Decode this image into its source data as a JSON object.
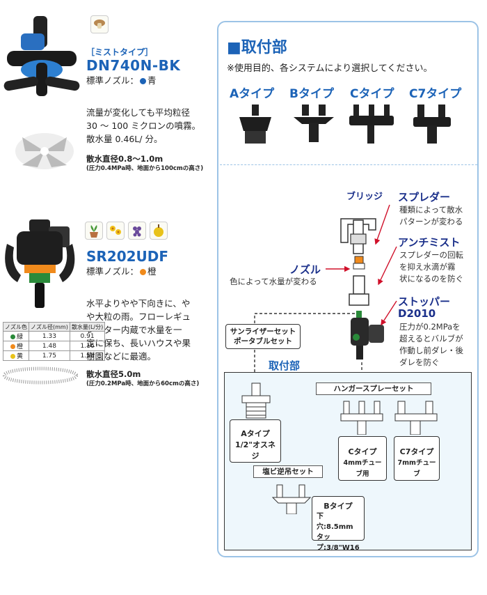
{
  "product1": {
    "category": "［ミストタイプ］",
    "model": "DN740N-BK",
    "nozzle_label": "標準ノズル：",
    "nozzle_color_name": "青",
    "nozzle_color": "#1c63b7",
    "description_lines": [
      "流量が変化しても平均粒径",
      "30 ～ 100 ミクロンの噴霧。",
      "散水量 0.46L/ 分。"
    ],
    "spray_diameter": "散水直径0.8～1.0m",
    "spray_condition": "(圧力0.4MPa時、地面から100cmの高さ)"
  },
  "product2": {
    "model": "SR202UDF",
    "nozzle_label": "標準ノズル：",
    "nozzle_color_name": "橙",
    "nozzle_color": "#f08a1c",
    "description_lines": [
      "水平よりやや下向きに、や",
      "や大粒の雨。フローレギュ",
      "レーター内蔵で水量を一",
      "定に保ち、長いハウスや果",
      "樹園などに最適。"
    ],
    "spray_diameter": "散水直径5.0m",
    "spray_condition": "(圧力0.2MPa時、地面から60cmの高さ)",
    "nozzle_table": {
      "headers": [
        "ノズル色",
        "ノズル径(mm)",
        "散水量(L/分)"
      ],
      "rows": [
        {
          "color": "緑",
          "dot": "#2a8a3a",
          "diameter": "1.33",
          "flow": "0.91"
        },
        {
          "color": "橙",
          "dot": "#f08a1c",
          "diameter": "1.48",
          "flow": "1.16"
        },
        {
          "color": "黄",
          "dot": "#e8c21a",
          "diameter": "1.75",
          "flow": "1.58"
        }
      ]
    }
  },
  "mount": {
    "title": "■取付部",
    "subtitle": "※使用目的、各システムにより選択してください。",
    "types": [
      "Aタイプ",
      "Bタイプ",
      "Cタイプ",
      "C7タイプ"
    ],
    "callouts": {
      "bridge": "ブリッジ",
      "spreader": "スプレダー",
      "spreader_desc": [
        "種類によって散水",
        "パターンが変わる"
      ],
      "antimist": "アンチミスト",
      "antimist_desc": [
        "スプレダーの回転",
        "を抑え水滴が霧",
        "状になるのを防ぐ"
      ],
      "nozzle": "ノズル",
      "nozzle_desc": "色によって水量が変わる",
      "stopper": "ストッパー",
      "stopper_model": "D2010",
      "stopper_desc": [
        "圧力が0.2MPaを",
        "超えるとバルブが",
        "作動し前ダレ・後",
        "ダレを防ぐ"
      ]
    },
    "set_label": [
      "サンライザーセット",
      "ポータブルセット"
    ],
    "section_label": "取付部",
    "hanger_label": "ハンガースプレーセット",
    "pvc_label": "塩ビ逆吊セット",
    "a_box": [
      "Aタイプ",
      "1/2\"オスネジ"
    ],
    "c_box": [
      "Cタイプ",
      "4mmチューブ用"
    ],
    "c7_box": [
      "C7タイプ",
      "7mmチューブ"
    ],
    "b_box": [
      "Bタイプ",
      "下穴:8.5mm",
      "タップ:3/8\"W16"
    ]
  }
}
